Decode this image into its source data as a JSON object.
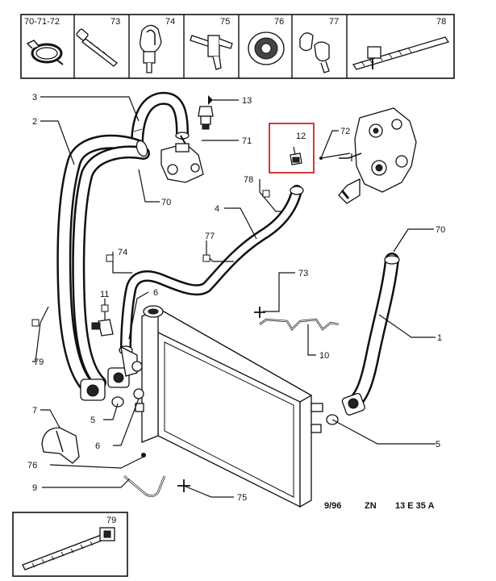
{
  "legend": [
    {
      "code": "70-71-72",
      "icon": "hose-clamp-icon"
    },
    {
      "code": "73",
      "icon": "push-pin-clip-icon"
    },
    {
      "code": "74",
      "icon": "hose-holder-clip-icon"
    },
    {
      "code": "75",
      "icon": "screw-clip-icon"
    },
    {
      "code": "76",
      "icon": "grommet-icon"
    },
    {
      "code": "77",
      "icon": "double-clip-icon"
    },
    {
      "code": "78",
      "icon": "cable-tie-mount-icon"
    }
  ],
  "legend_bottom": {
    "code": "79",
    "icon": "cable-tie-icon"
  },
  "callouts": {
    "c1": "1",
    "c2": "2",
    "c3": "3",
    "c4": "4",
    "c5a": "5",
    "c5b": "5",
    "c6a": "6",
    "c6b": "6",
    "c7": "7",
    "c9": "9",
    "c10": "10",
    "c11": "11",
    "c12": "12",
    "c13": "13",
    "c70a": "70",
    "c70b": "70",
    "c71": "71",
    "c72": "72",
    "c73": "73",
    "c74": "74",
    "c75": "75",
    "c76": "76",
    "c77": "77",
    "c78": "78",
    "c79": "79"
  },
  "reference": {
    "date": "9/96",
    "model": "ZN",
    "code": "13 E 35 A"
  },
  "highlight": {
    "part": "12",
    "color": "#d42020"
  },
  "colors": {
    "ink": "#111111",
    "paper": "#ffffff"
  }
}
